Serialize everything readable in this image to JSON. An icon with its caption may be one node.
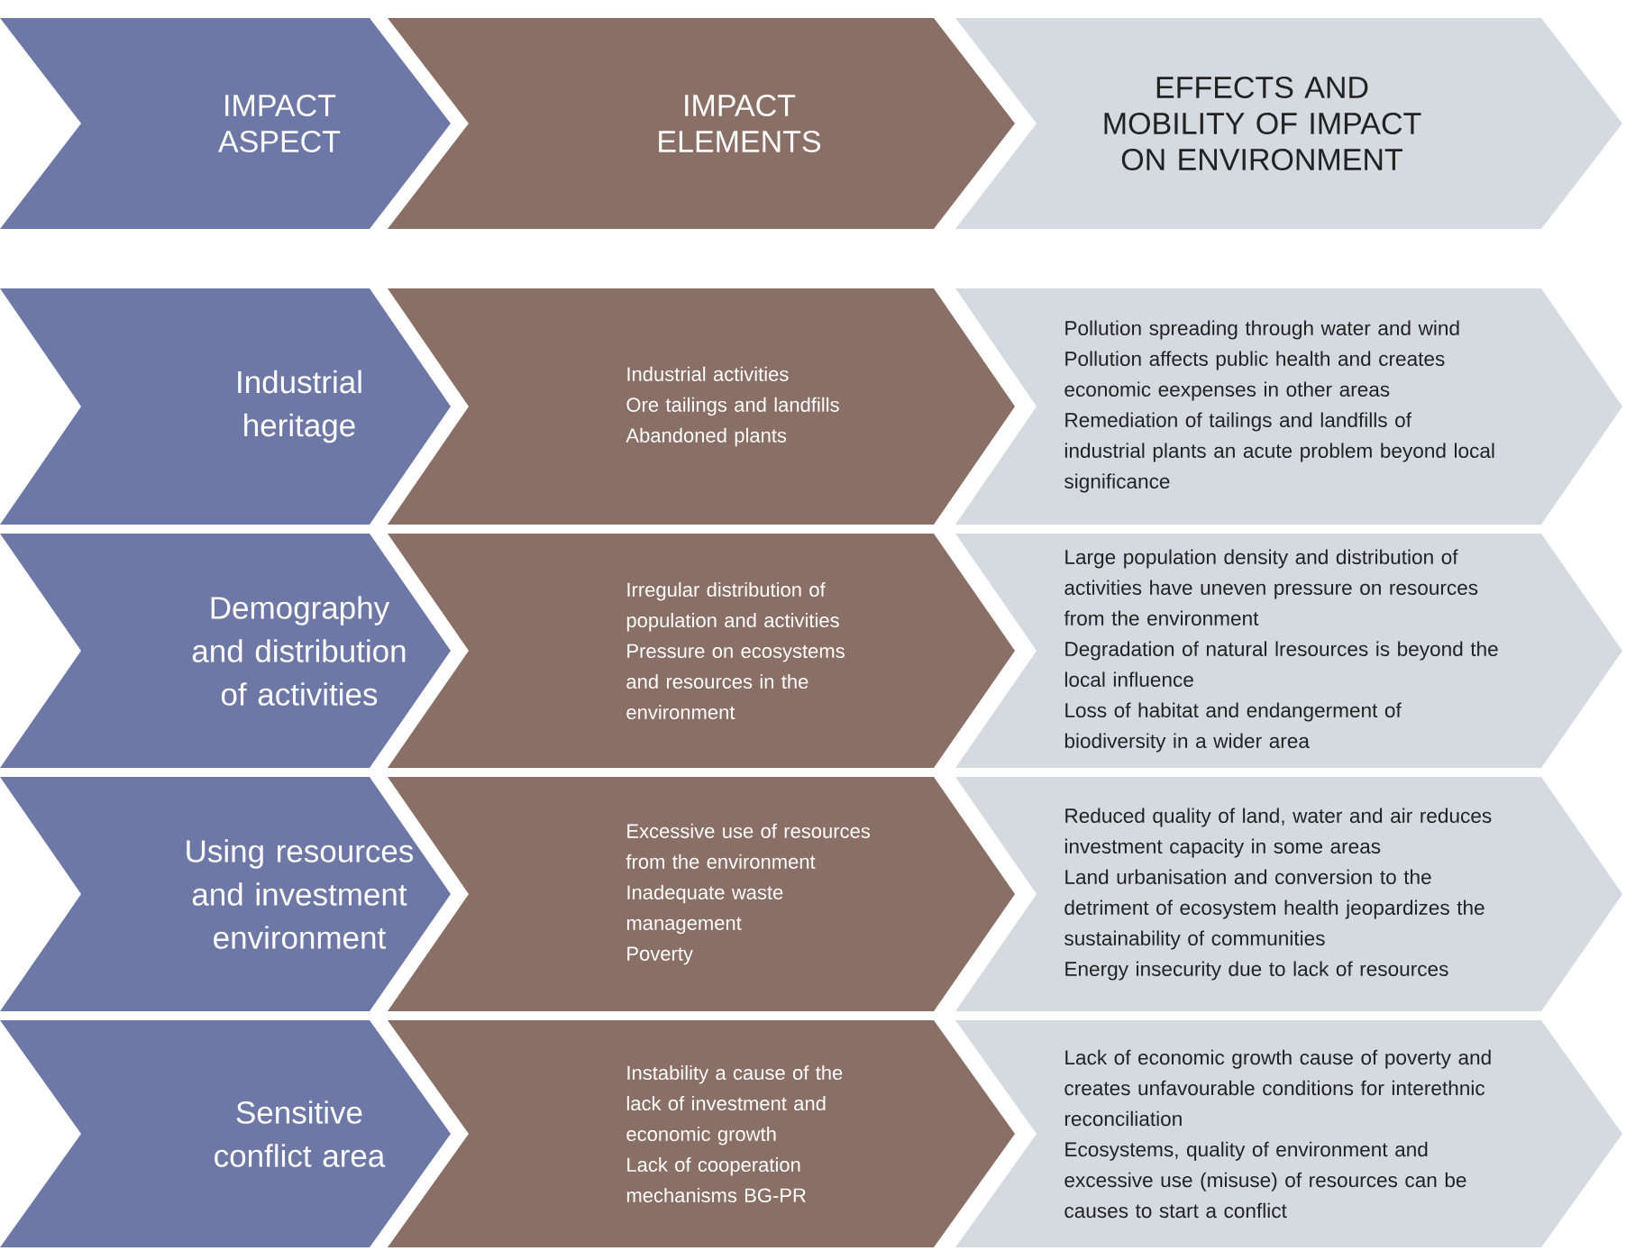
{
  "diagram": {
    "nodes": [
      {
        "text": [
          "IMPACT ASPECT"
        ]
      },
      {
        "text": [
          "IMPACT ELEMENTS"
        ]
      },
      {
        "text": [
          "EFFECTS AND MOBILITY OF IMPACT ON ENVIRONMENT"
        ]
      },
      {
        "text": [
          "Industrial heritage"
        ]
      },
      {
        "text": [
          "Industrial activities",
          "Ore tailings and landfills",
          "Abandoned plants"
        ]
      },
      {
        "text": [
          "Pollution spreading through water and wind",
          "Pollution affects public health and creates economic eexpenses in other areas",
          "Remediation of tailings and landfills of industrial plants an acute problem beyond local significance"
        ]
      },
      {
        "text": [
          "Demography and distribution of activities"
        ]
      },
      {
        "text": [
          "Irregular distribution of population and activities",
          "Pressure on ecosystems and resources in the environment"
        ]
      },
      {
        "text": [
          "Large population density and distribution of activities have uneven pressure on resources from the environment",
          "Degradation of natural lresources is beyond the local influence",
          "Loss of habitat and endangerment of biodiversity in a wider area"
        ]
      },
      {
        "text": [
          "Using resources and investment environment"
        ]
      },
      {
        "text": [
          "Excessive use of resources from the environment",
          "Inadequate waste management",
          "Poverty"
        ]
      },
      {
        "text": [
          "Reduced quality of land, water and air reduces investment capacity in some areas",
          "Land urbanisation and conversion to the detriment of ecosystem health jeopardizes the sustainability of communities",
          "Energy insecurity due to lack of resources"
        ]
      },
      {
        "text": [
          "Sensitive conflict area"
        ]
      },
      {
        "text": [
          "Instability a cause of the lack of investment and economic growth",
          "Lack of cooperation mechanisms BG-PR"
        ]
      },
      {
        "text": [
          "Lack of economic growth cause of poverty and creates unfavourable conditions for interethnic reconciliation",
          "Ecosystems, quality of environment and excessive use (misuse) of resources can be causes to start a conflict"
        ]
      }
    ]
  }
}
